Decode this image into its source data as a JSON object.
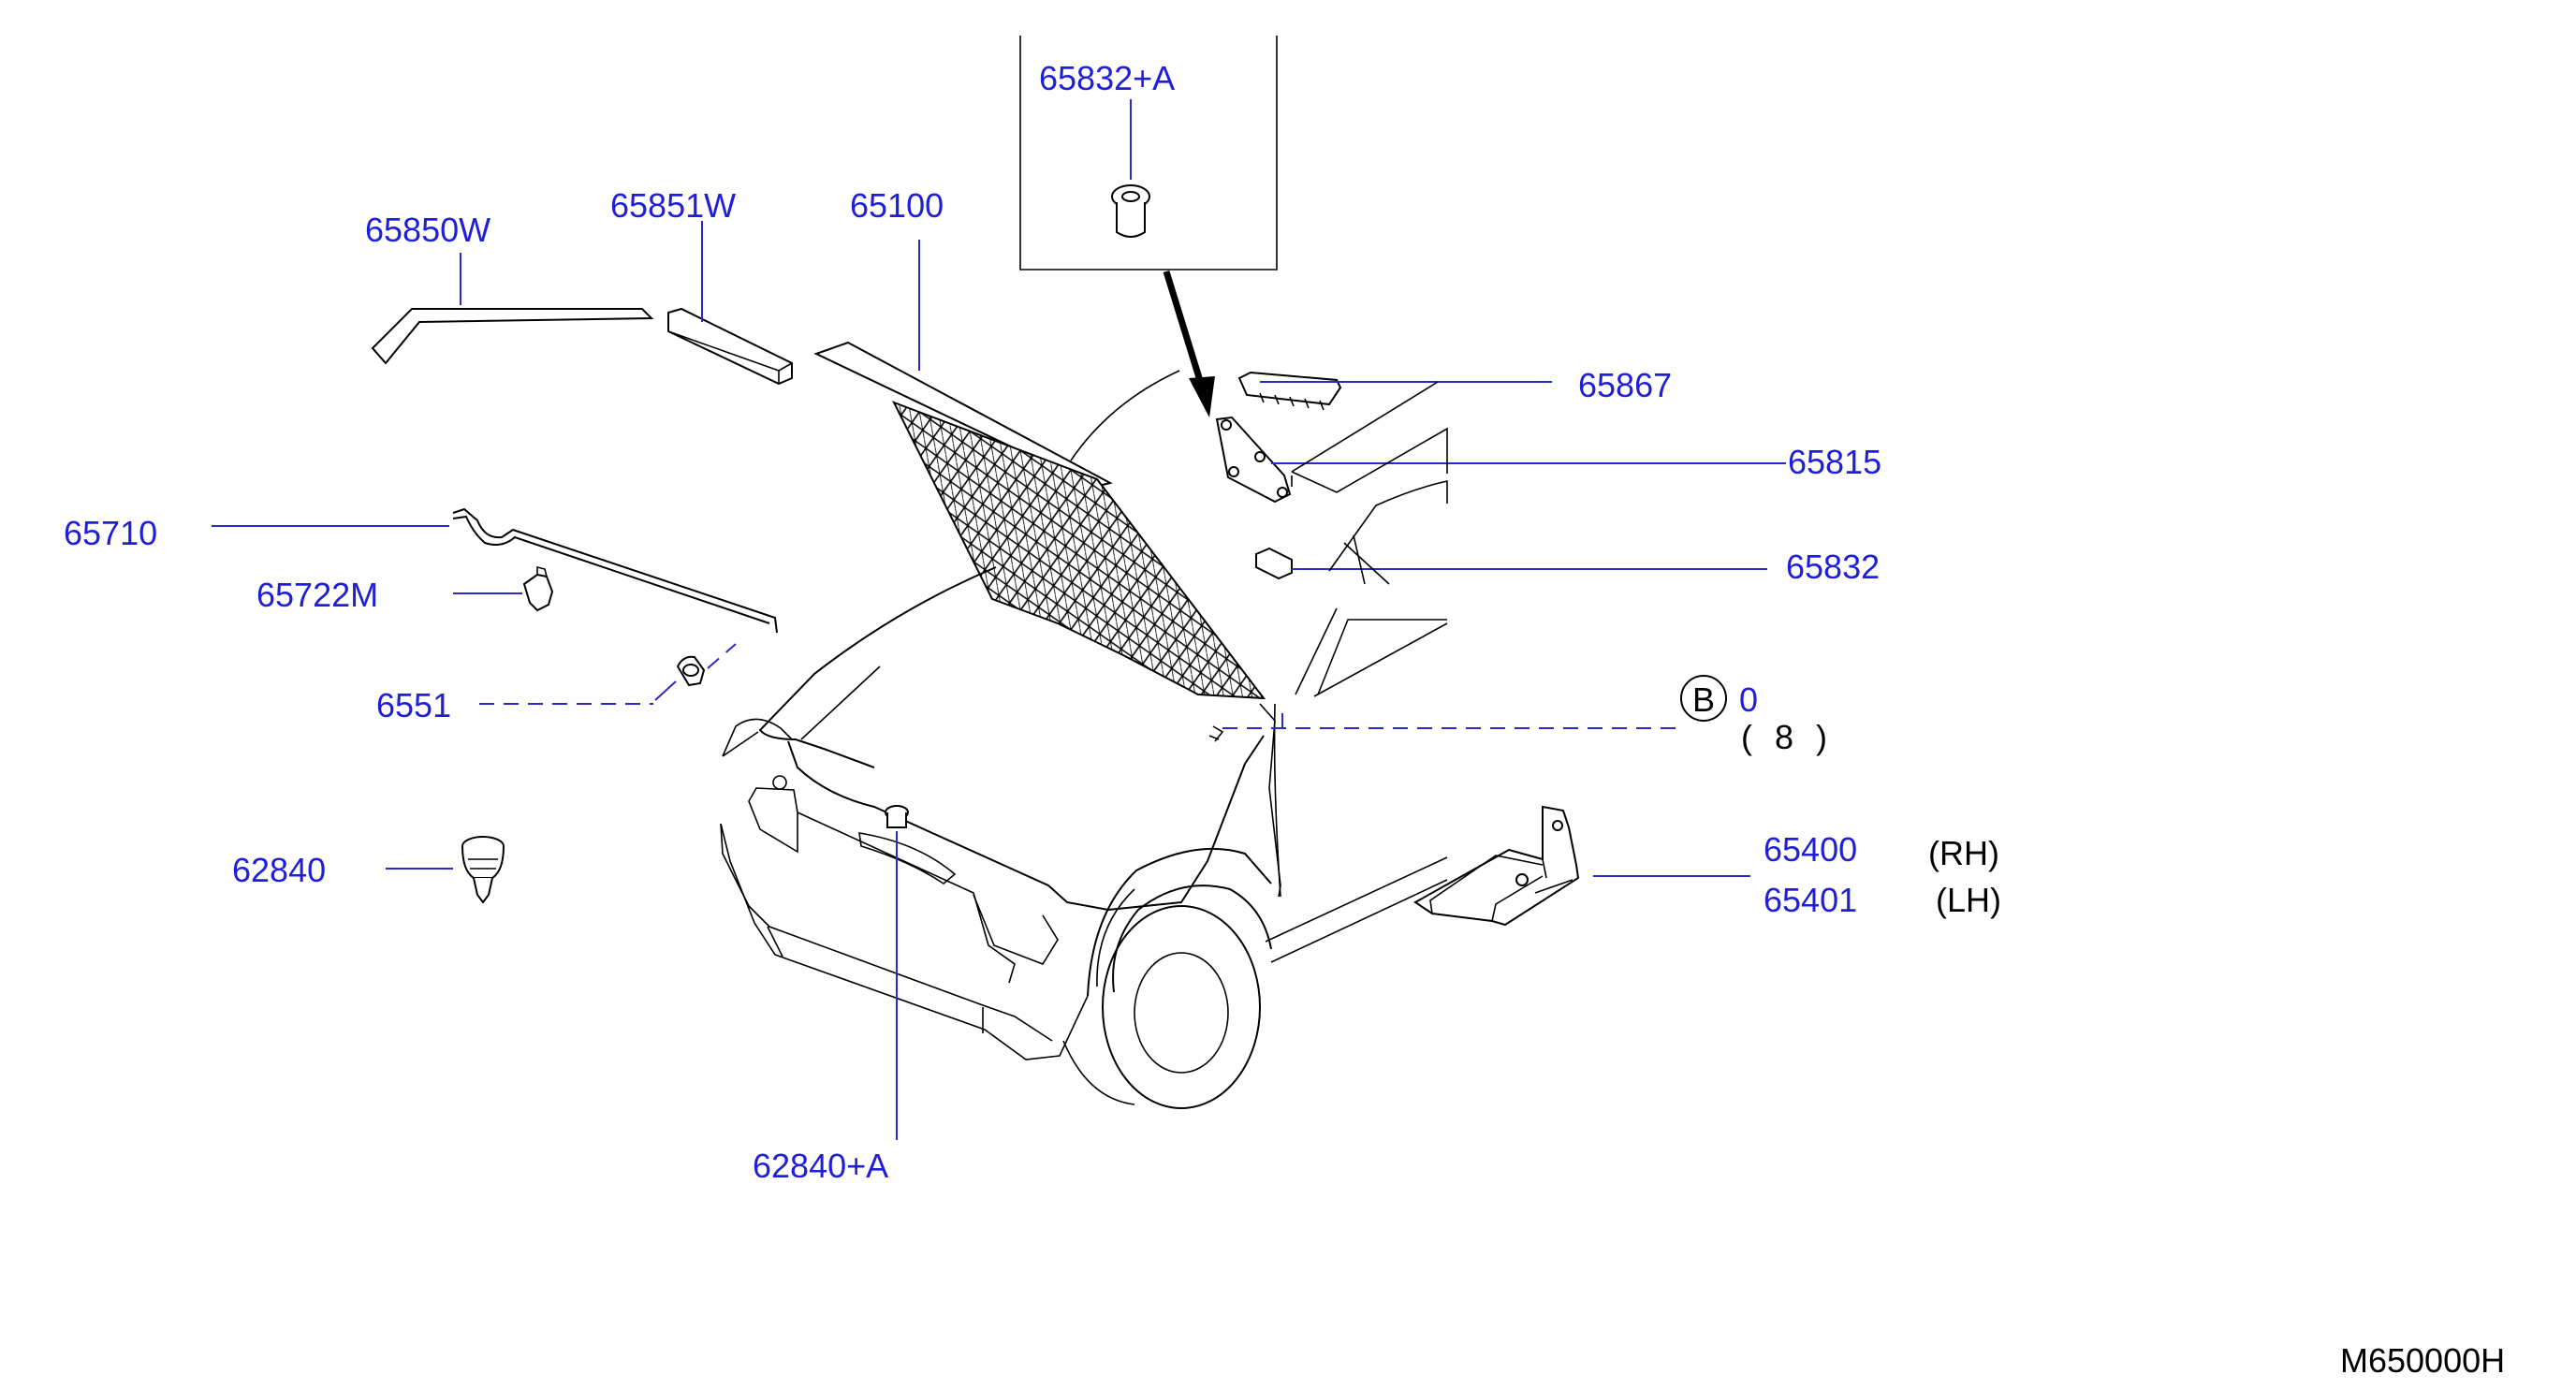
{
  "callouts": {
    "c65832a": "65832+A",
    "c65850w": "65850W",
    "c65851w": "65851W",
    "c65100": "65100",
    "c65867": "65867",
    "c65815": "65815",
    "c65710": "65710",
    "c65722m": "65722M",
    "c65832": "65832",
    "c6551x": "6551",
    "c62840": "62840",
    "c62840a": "62840+A",
    "c65400": "65400",
    "c65401": "65401",
    "rh": "(RH)",
    "lh": "(LH)",
    "bolt_symbol": "B",
    "bolt_number": "0",
    "bolt_qty": "(",
    "bolt_qty_num": "8",
    "bolt_qty_close": ")"
  },
  "diagram_code": "M650000H",
  "colors": {
    "label": "#1f1fd8",
    "leader": "#2a2ac8",
    "linework": "#000000"
  }
}
